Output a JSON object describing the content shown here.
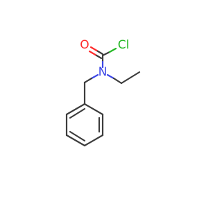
{
  "molecule": {
    "atoms": {
      "oxygen": {
        "label": "O",
        "color": "#ff2a2a"
      },
      "chlorine": {
        "label": "Cl",
        "color": "#25b825"
      },
      "nitrogen": {
        "label": "N",
        "color": "#3c46e6"
      }
    },
    "bond_color": "#3c3c3c"
  }
}
